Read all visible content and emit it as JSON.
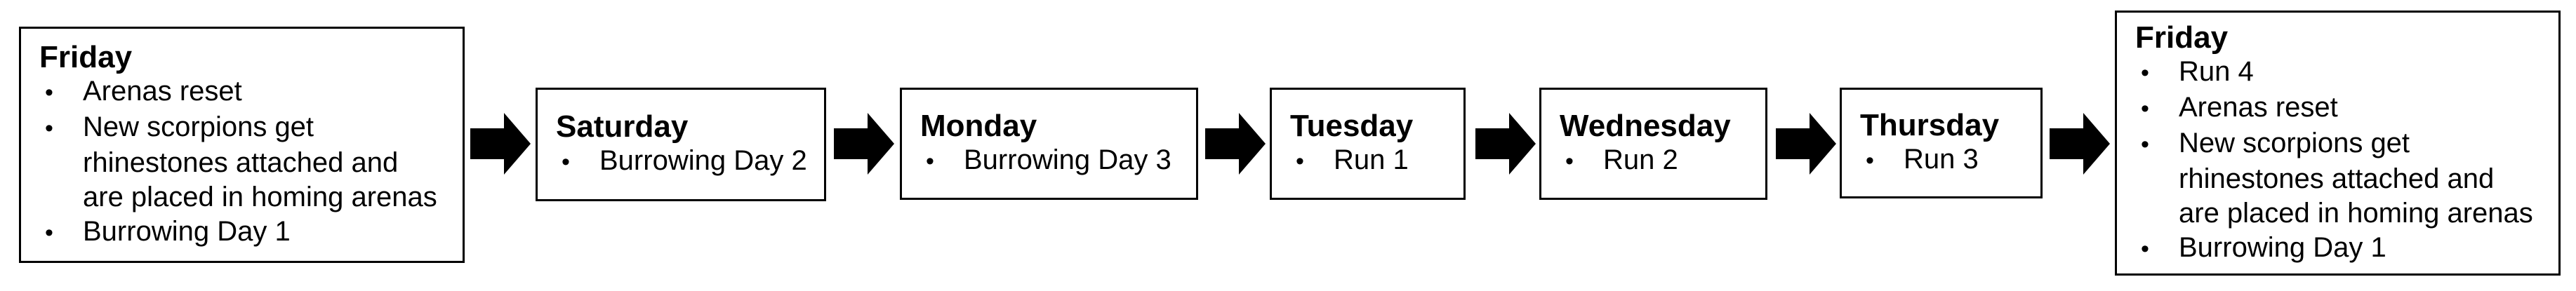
{
  "diagram": {
    "type": "flowchart",
    "direction": "left-to-right",
    "bullet_marker": "•",
    "connector_shape": "block-arrow-right",
    "colors": {
      "background": "#ffffff",
      "box_fill": "#ffffff",
      "box_border": "#000000",
      "text": "#000000",
      "arrow": "#000000"
    },
    "boxes": [
      {
        "id": "friday-start",
        "title": "Friday",
        "bullets": [
          {
            "lines": [
              "Arenas reset"
            ]
          },
          {
            "lines": [
              "New scorpions get",
              "rhinestones attached and",
              "are placed in homing arenas"
            ]
          },
          {
            "lines": [
              "Burrowing Day 1"
            ]
          }
        ]
      },
      {
        "id": "saturday",
        "title": "Saturday",
        "bullets": [
          {
            "lines": [
              "Burrowing Day 2"
            ]
          }
        ]
      },
      {
        "id": "monday",
        "title": "Monday",
        "bullets": [
          {
            "lines": [
              "Burrowing Day 3"
            ]
          }
        ]
      },
      {
        "id": "tuesday",
        "title": "Tuesday",
        "bullets": [
          {
            "lines": [
              "Run 1"
            ]
          }
        ]
      },
      {
        "id": "wednesday",
        "title": "Wednesday",
        "bullets": [
          {
            "lines": [
              "Run 2"
            ]
          }
        ]
      },
      {
        "id": "thursday",
        "title": "Thursday",
        "bullets": [
          {
            "lines": [
              "Run 3"
            ]
          }
        ]
      },
      {
        "id": "friday-end",
        "title": "Friday",
        "bullets": [
          {
            "lines": [
              "Run 4"
            ]
          },
          {
            "lines": [
              "Arenas reset"
            ]
          },
          {
            "lines": [
              "New scorpions get",
              "rhinestones attached and",
              "are placed in homing arenas"
            ]
          },
          {
            "lines": [
              "Burrowing Day 1"
            ]
          }
        ]
      }
    ]
  }
}
